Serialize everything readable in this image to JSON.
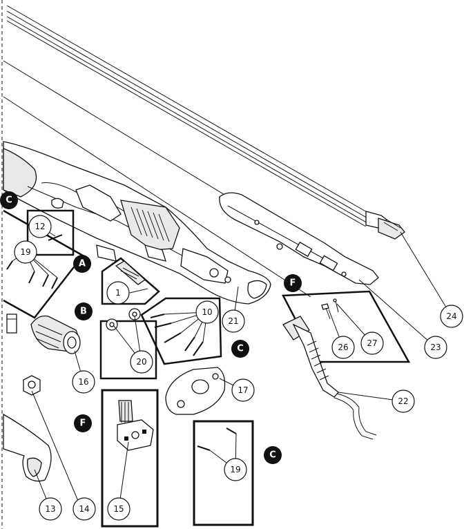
{
  "callouts": [
    {
      "id": "c1",
      "label": "1"
    },
    {
      "id": "c10",
      "label": "10"
    },
    {
      "id": "c12",
      "label": "12"
    },
    {
      "id": "c13",
      "label": "13"
    },
    {
      "id": "c14",
      "label": "14"
    },
    {
      "id": "c15",
      "label": "15"
    },
    {
      "id": "c16",
      "label": "16"
    },
    {
      "id": "c17",
      "label": "17"
    },
    {
      "id": "c19a",
      "label": "19"
    },
    {
      "id": "c19b",
      "label": "19"
    },
    {
      "id": "c20",
      "label": "20"
    },
    {
      "id": "c21",
      "label": "21"
    },
    {
      "id": "c22",
      "label": "22"
    },
    {
      "id": "c23",
      "label": "23"
    },
    {
      "id": "c24",
      "label": "24"
    },
    {
      "id": "c26",
      "label": "26"
    },
    {
      "id": "c27",
      "label": "27"
    }
  ],
  "badges": [
    {
      "id": "bA",
      "label": "A"
    },
    {
      "id": "bB",
      "label": "B"
    },
    {
      "id": "bC1",
      "label": "C"
    },
    {
      "id": "bC2",
      "label": "C"
    },
    {
      "id": "bC3",
      "label": "C"
    },
    {
      "id": "bF1",
      "label": "F"
    },
    {
      "id": "bF2",
      "label": "F"
    }
  ]
}
